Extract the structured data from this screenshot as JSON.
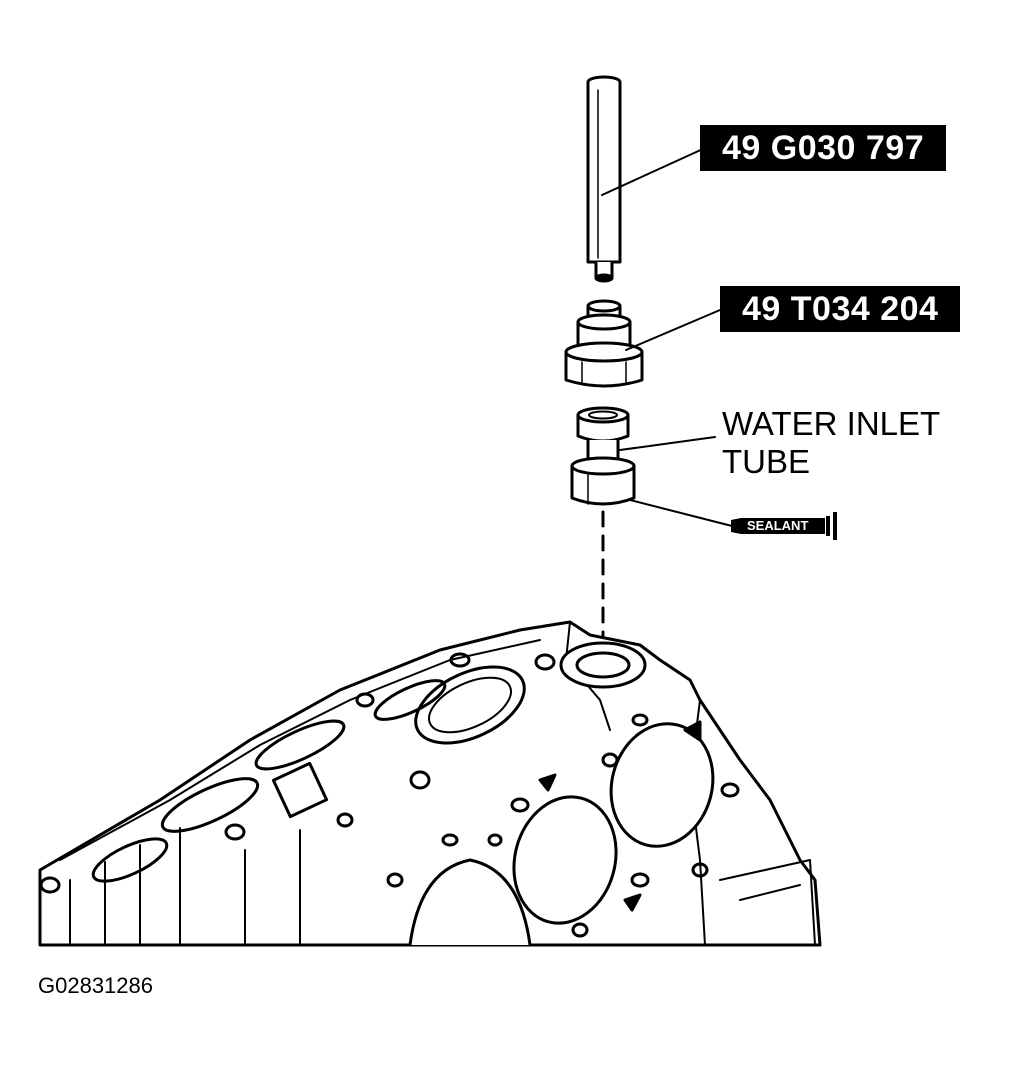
{
  "labels": {
    "tool_1": "49 G030 797",
    "tool_2": "49 T034 204",
    "water_inlet_line1": "WATER INLET",
    "water_inlet_line2": "TUBE",
    "sealant": "SEALANT"
  },
  "figure_id": "G02831286",
  "colors": {
    "ink": "#000000",
    "paper": "#ffffff"
  }
}
